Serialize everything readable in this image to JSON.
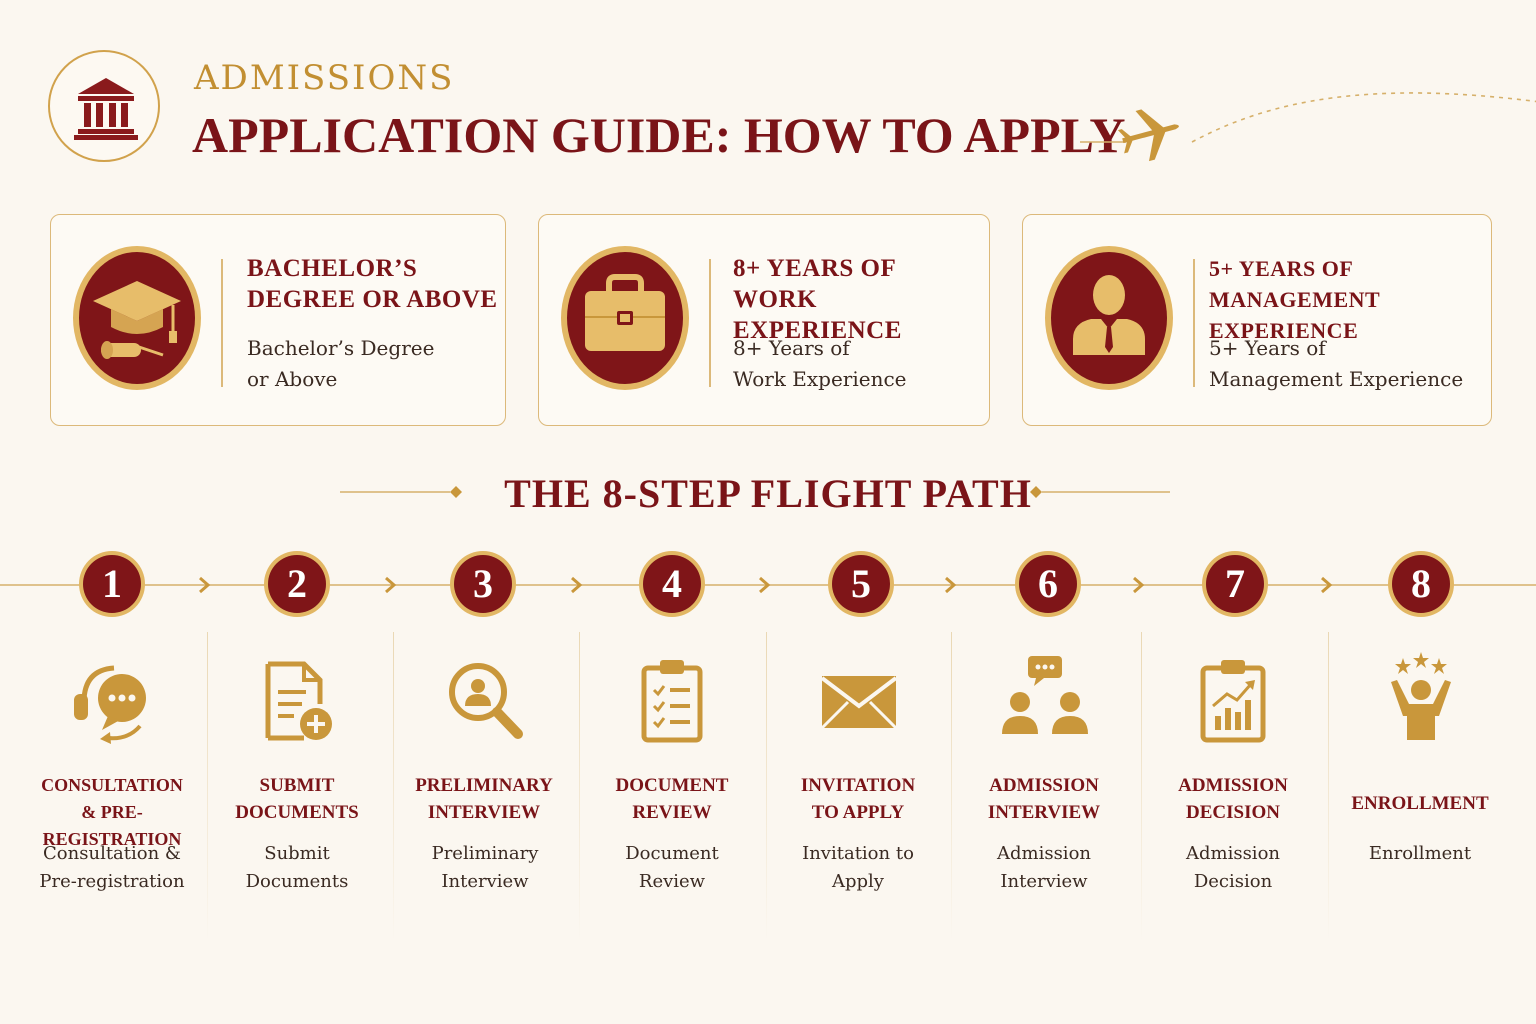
{
  "header": {
    "kicker": "ADMISSIONS",
    "title": "APPLICATION GUIDE: HOW TO APPLY"
  },
  "requirements": [
    {
      "title": "BACHELOR’S\nDEGREE OR ABOVE",
      "description": "Bachelor’s Degree\nor Above",
      "icon": "graduation-cap-icon"
    },
    {
      "title": "8+ YEARS OF\nWORK EXPERIENCE",
      "description": "8+ Years of\nWork Experience",
      "icon": "briefcase-icon"
    },
    {
      "title": "5+ YEARS OF\nMANAGEMENT EXPERIENCE",
      "description": "5+ Years of\nManagement Experience",
      "icon": "manager-icon"
    }
  ],
  "steps_heading": "THE 8-STEP FLIGHT PATH",
  "steps": [
    {
      "number": "1",
      "title": "CONSULTATION\n& PRE-REGISTRATION",
      "description": "Consultation &\nPre-registration",
      "icon": "consultation-chat-icon"
    },
    {
      "number": "2",
      "title": "SUBMIT\nDOCUMENTS",
      "description": "Submit\nDocuments",
      "icon": "document-add-icon"
    },
    {
      "number": "3",
      "title": "PRELIMINARY\nINTERVIEW",
      "description": "Preliminary\nInterview",
      "icon": "person-search-icon"
    },
    {
      "number": "4",
      "title": "DOCUMENT\nREVIEW",
      "description": "Document\nReview",
      "icon": "clipboard-checklist-icon"
    },
    {
      "number": "5",
      "title": "INVITATION\nTO APPLY",
      "description": "Invitation to\nApply",
      "icon": "envelope-icon"
    },
    {
      "number": "6",
      "title": "ADMISSION\nINTERVIEW",
      "description": "Admission\nInterview",
      "icon": "interview-people-icon"
    },
    {
      "number": "7",
      "title": "ADMISSION\nDECISION",
      "description": "Admission\nDecision",
      "icon": "clipboard-chart-icon"
    },
    {
      "number": "8",
      "title": "ENROLLMENT",
      "description": "Enrollment",
      "icon": "celebration-stars-icon"
    }
  ],
  "colors": {
    "maroon": "#7a1418",
    "gold": "#c9973b",
    "background": "#fbf7f0"
  }
}
